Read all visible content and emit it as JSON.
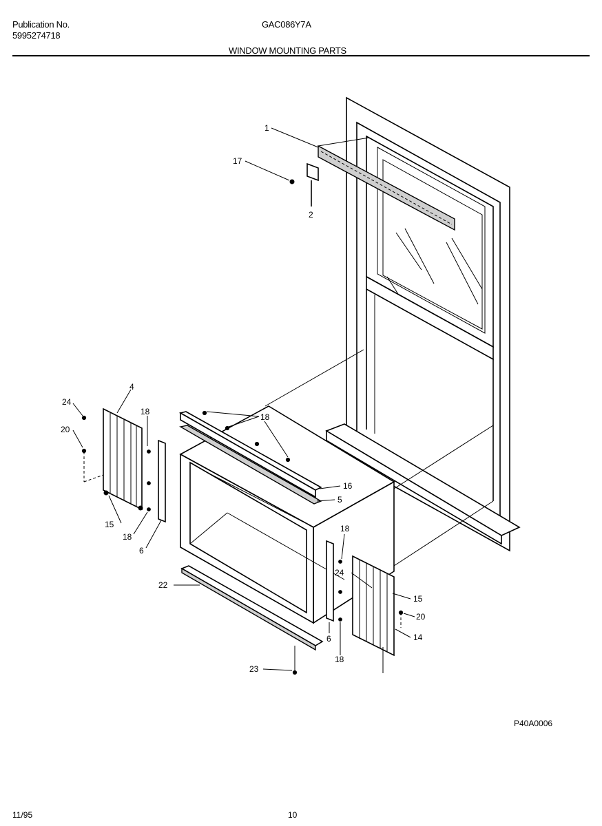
{
  "header": {
    "publication_label": "Publication No.",
    "publication_number": "5995274718",
    "model": "GAC086Y7A",
    "section_title": "WINDOW MOUNTING PARTS"
  },
  "figure_code": "P40A0006",
  "footer": {
    "date": "11/95",
    "page": "10"
  },
  "callouts": [
    {
      "id": "c1",
      "text": "1"
    },
    {
      "id": "c17",
      "text": "17"
    },
    {
      "id": "c2",
      "text": "2"
    },
    {
      "id": "c4",
      "text": "4"
    },
    {
      "id": "c24a",
      "text": "24"
    },
    {
      "id": "c20a",
      "text": "20"
    },
    {
      "id": "c18a",
      "text": "18"
    },
    {
      "id": "c18b",
      "text": "18"
    },
    {
      "id": "c16",
      "text": "16"
    },
    {
      "id": "c5",
      "text": "5"
    },
    {
      "id": "c15a",
      "text": "15"
    },
    {
      "id": "c18c",
      "text": "18"
    },
    {
      "id": "c6a",
      "text": "6"
    },
    {
      "id": "c18d",
      "text": "18"
    },
    {
      "id": "c24b",
      "text": "24"
    },
    {
      "id": "c15b",
      "text": "15"
    },
    {
      "id": "c20b",
      "text": "20"
    },
    {
      "id": "c14",
      "text": "14"
    },
    {
      "id": "c22",
      "text": "22"
    },
    {
      "id": "c6b",
      "text": "6"
    },
    {
      "id": "c18e",
      "text": "18"
    },
    {
      "id": "c23",
      "text": "23"
    }
  ]
}
